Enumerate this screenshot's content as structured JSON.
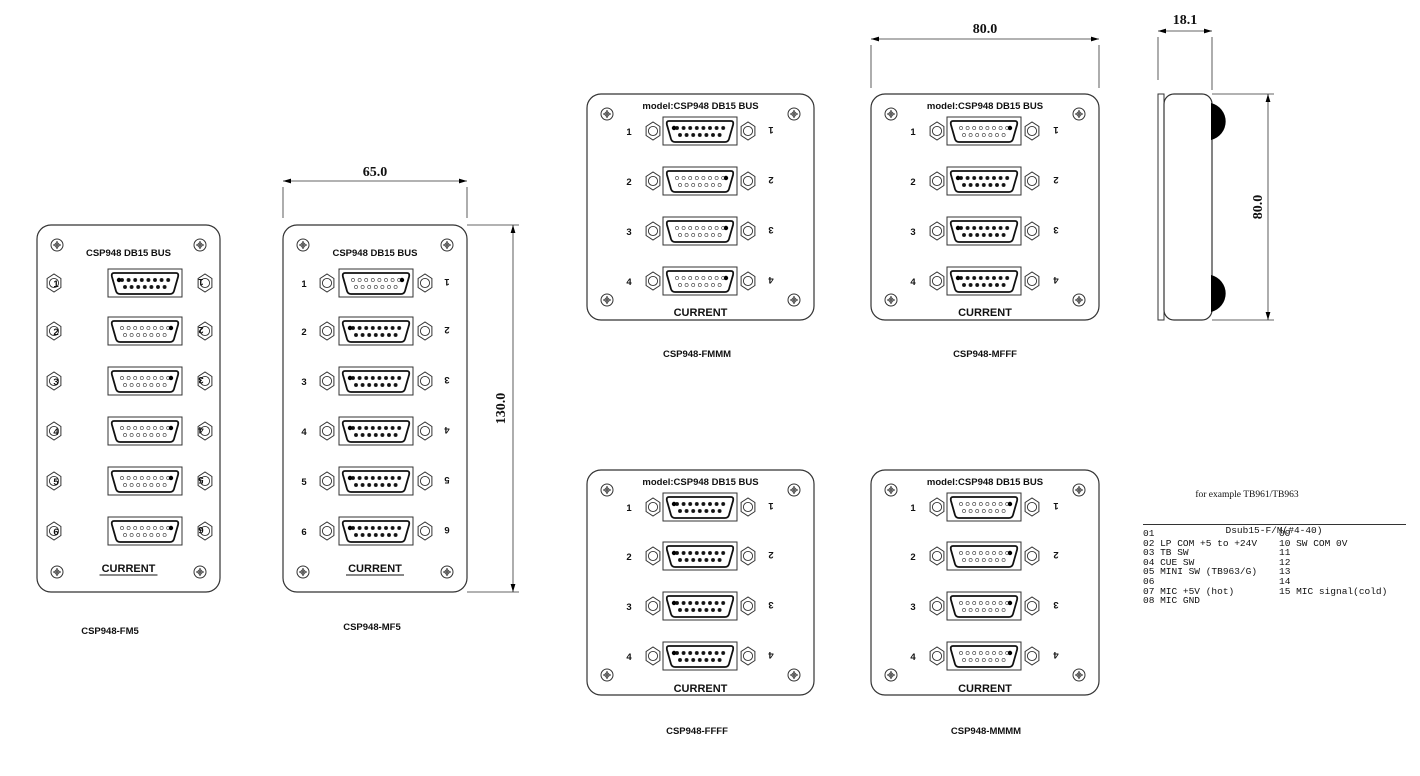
{
  "panel_header": "CSP948 DB15 BUS",
  "panel_header_model": "model:CSP948 DB15 BUS",
  "footer_label": "CURRENT",
  "panels": [
    {
      "caption": "CSP948-FM5",
      "header": "CSP948 DB15 BUS",
      "types": [
        "M",
        "F",
        "F",
        "F",
        "F",
        "F"
      ],
      "labels": [
        "1",
        "2",
        "3",
        "4",
        "5",
        "6"
      ]
    },
    {
      "caption": "CSP948-MF5",
      "header": "CSP948 DB15 BUS",
      "types": [
        "F",
        "M",
        "M",
        "M",
        "M",
        "M"
      ],
      "labels": [
        "1",
        "2",
        "3",
        "4",
        "5",
        "6"
      ]
    },
    {
      "caption": "CSP948-FMMM",
      "header": "model:CSP948 DB15 BUS",
      "types": [
        "M",
        "F",
        "F",
        "F"
      ],
      "labels": [
        "1",
        "2",
        "3",
        "4"
      ]
    },
    {
      "caption": "CSP948-MFFF",
      "header": "model:CSP948 DB15 BUS",
      "types": [
        "F",
        "M",
        "M",
        "M"
      ],
      "labels": [
        "1",
        "2",
        "3",
        "4"
      ]
    },
    {
      "caption": "CSP948-FFFF",
      "header": "model:CSP948 DB15 BUS",
      "types": [
        "M",
        "M",
        "M",
        "M"
      ],
      "labels": [
        "1",
        "2",
        "3",
        "4"
      ]
    },
    {
      "caption": "CSP948-MMMM",
      "header": "model:CSP948 DB15 BUS",
      "types": [
        "F",
        "F",
        "F",
        "F"
      ],
      "labels": [
        "1",
        "2",
        "3",
        "4"
      ]
    }
  ],
  "dimensions": {
    "width_tall": "65.0",
    "height_tall": "130.0",
    "width_square": "80.0",
    "depth_side": "18.1",
    "height_side": "80.0"
  },
  "example_title": "for example TB961/TB963",
  "pinout": {
    "title": "Dsub15-F/M(#4-40)",
    "rows": [
      [
        "01",
        "09"
      ],
      [
        "02 LP COM +5 to +24V",
        "10 SW COM 0V"
      ],
      [
        "03 TB SW",
        "11"
      ],
      [
        "04 CUE SW",
        "12"
      ],
      [
        "05 MINI SW (TB963/G)",
        "13"
      ],
      [
        "06",
        "14"
      ],
      [
        "07 MIC +5V (hot)",
        "15 MIC signal(cold)"
      ],
      [
        "08 MIC GND",
        ""
      ]
    ]
  }
}
